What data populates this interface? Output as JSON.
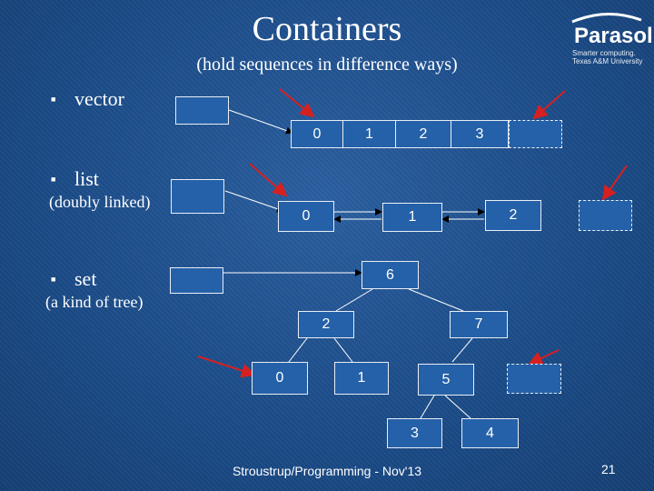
{
  "slide": {
    "title": "Containers",
    "subtitle": "(hold sequences in difference ways)",
    "footer": "Stroustrup/Programming - Nov'13",
    "page_number": "21"
  },
  "logo": {
    "name": "Parasol",
    "tagline": "Smarter computing.",
    "org": "Texas A&M University"
  },
  "bullets": [
    {
      "label": "vector",
      "sublabel": ""
    },
    {
      "label": "list",
      "sublabel": "(doubly linked)"
    },
    {
      "label": "set",
      "sublabel": "(a kind of tree)"
    }
  ],
  "vector": {
    "elements": [
      "0",
      "1",
      "2",
      "3"
    ]
  },
  "list": {
    "elements": [
      "0",
      "1",
      "2"
    ]
  },
  "set": {
    "root": "6",
    "nodes": [
      "2",
      "7",
      "0",
      "1",
      "5",
      "3",
      "4"
    ]
  },
  "colors": {
    "background": "#1d4f8c",
    "box_fill": "#2561a8",
    "arrow_red": "#d62020",
    "line": "#ffffff"
  }
}
